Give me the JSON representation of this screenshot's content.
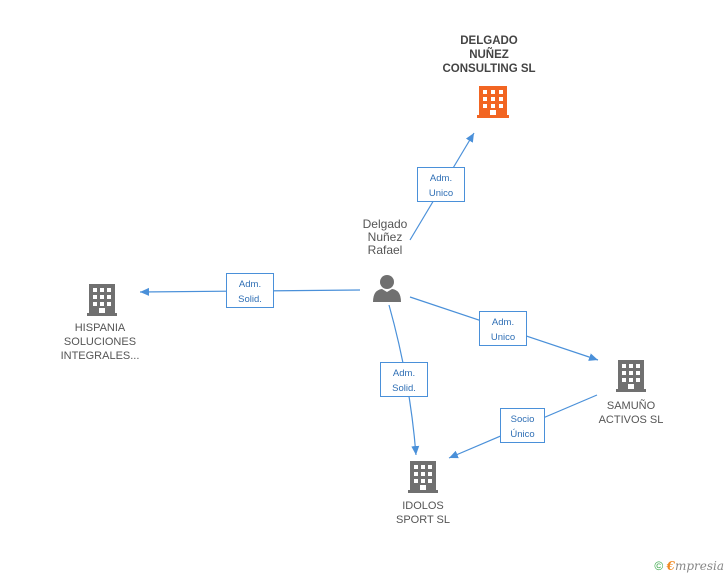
{
  "nodes": {
    "delgado_consulting": {
      "label": "DELGADO\nNUÑEZ\nCONSULTING SL",
      "icon": "building-icon",
      "color": "#f26522"
    },
    "person": {
      "label": "Delgado\nNuñez\nRafael",
      "icon": "person-icon",
      "color": "#707070"
    },
    "hispania": {
      "label": "HISPANIA\nSOLUCIONES\nINTEGRALES...",
      "icon": "building-icon",
      "color": "#707070"
    },
    "samuno": {
      "label": "SAMUÑO\nACTIVOS SL",
      "icon": "building-icon",
      "color": "#707070"
    },
    "idolos": {
      "label": "IDOLOS\nSPORT  SL",
      "icon": "building-icon",
      "color": "#707070"
    }
  },
  "edges": {
    "to_consulting": "Adm.\nUnico",
    "to_hispania": "Adm.\nSolid.",
    "to_samuno": "Adm.\nUnico",
    "to_idolos": "Adm.\nSolid.",
    "samuno_to_idolos": "Socio\nÚnico"
  },
  "edge_color": "#4a90d9",
  "footer": {
    "copyright": "©",
    "brand_first": "€",
    "brand_rest": "mpresia"
  }
}
